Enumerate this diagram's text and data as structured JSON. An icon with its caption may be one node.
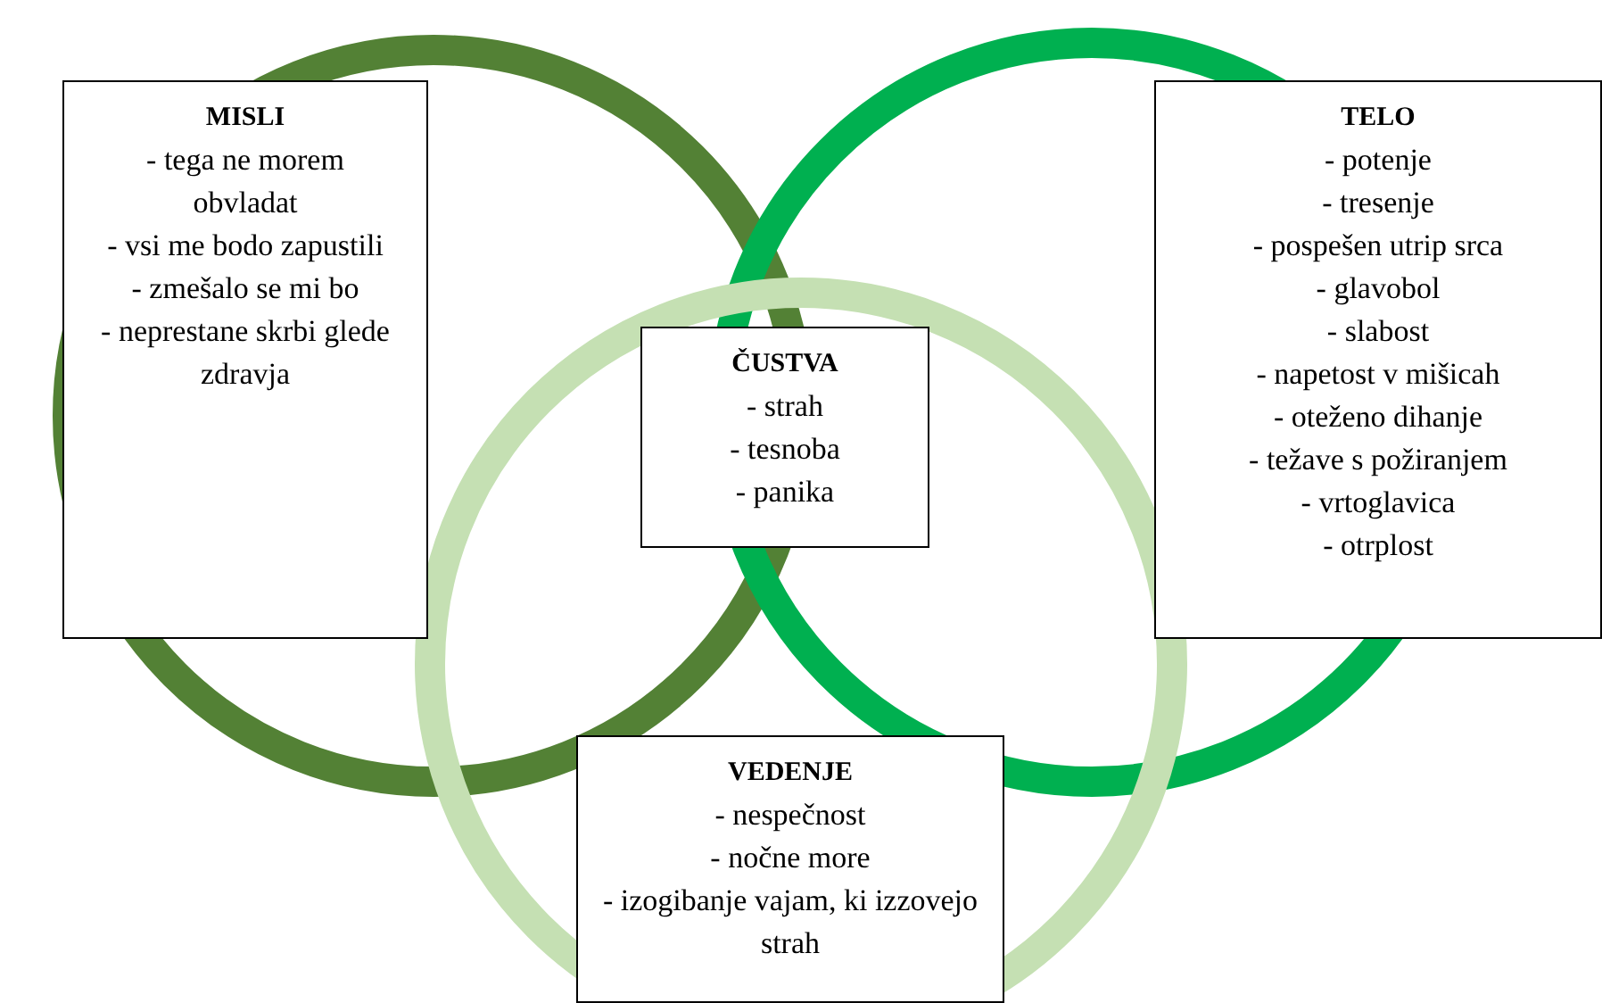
{
  "diagram": {
    "nodes": [
      {
        "text": [
          "MISLI",
          "- tega ne morem obvladat",
          "- vsi me bodo zapustili",
          "- zmešalo se mi bo",
          "- neprestane skrbi glede zdravja"
        ]
      },
      {
        "text": [
          "TELO",
          "- potenje",
          "- tresenje",
          "- pospešen utrip srca",
          "- glavobol",
          "- slabost",
          "- napetost v mišicah",
          "- oteženo dihanje",
          "- težave s požiranjem",
          "- vrtoglavica",
          "- otrplost"
        ]
      },
      {
        "text": [
          "ČUSTVA",
          "- strah",
          "- tesnoba",
          "- panika"
        ]
      },
      {
        "text": [
          "VEDENJE",
          "- nespečnost",
          "- nočne more",
          "- izogibanje vajam, ki izzovejo strah"
        ]
      }
    ]
  }
}
